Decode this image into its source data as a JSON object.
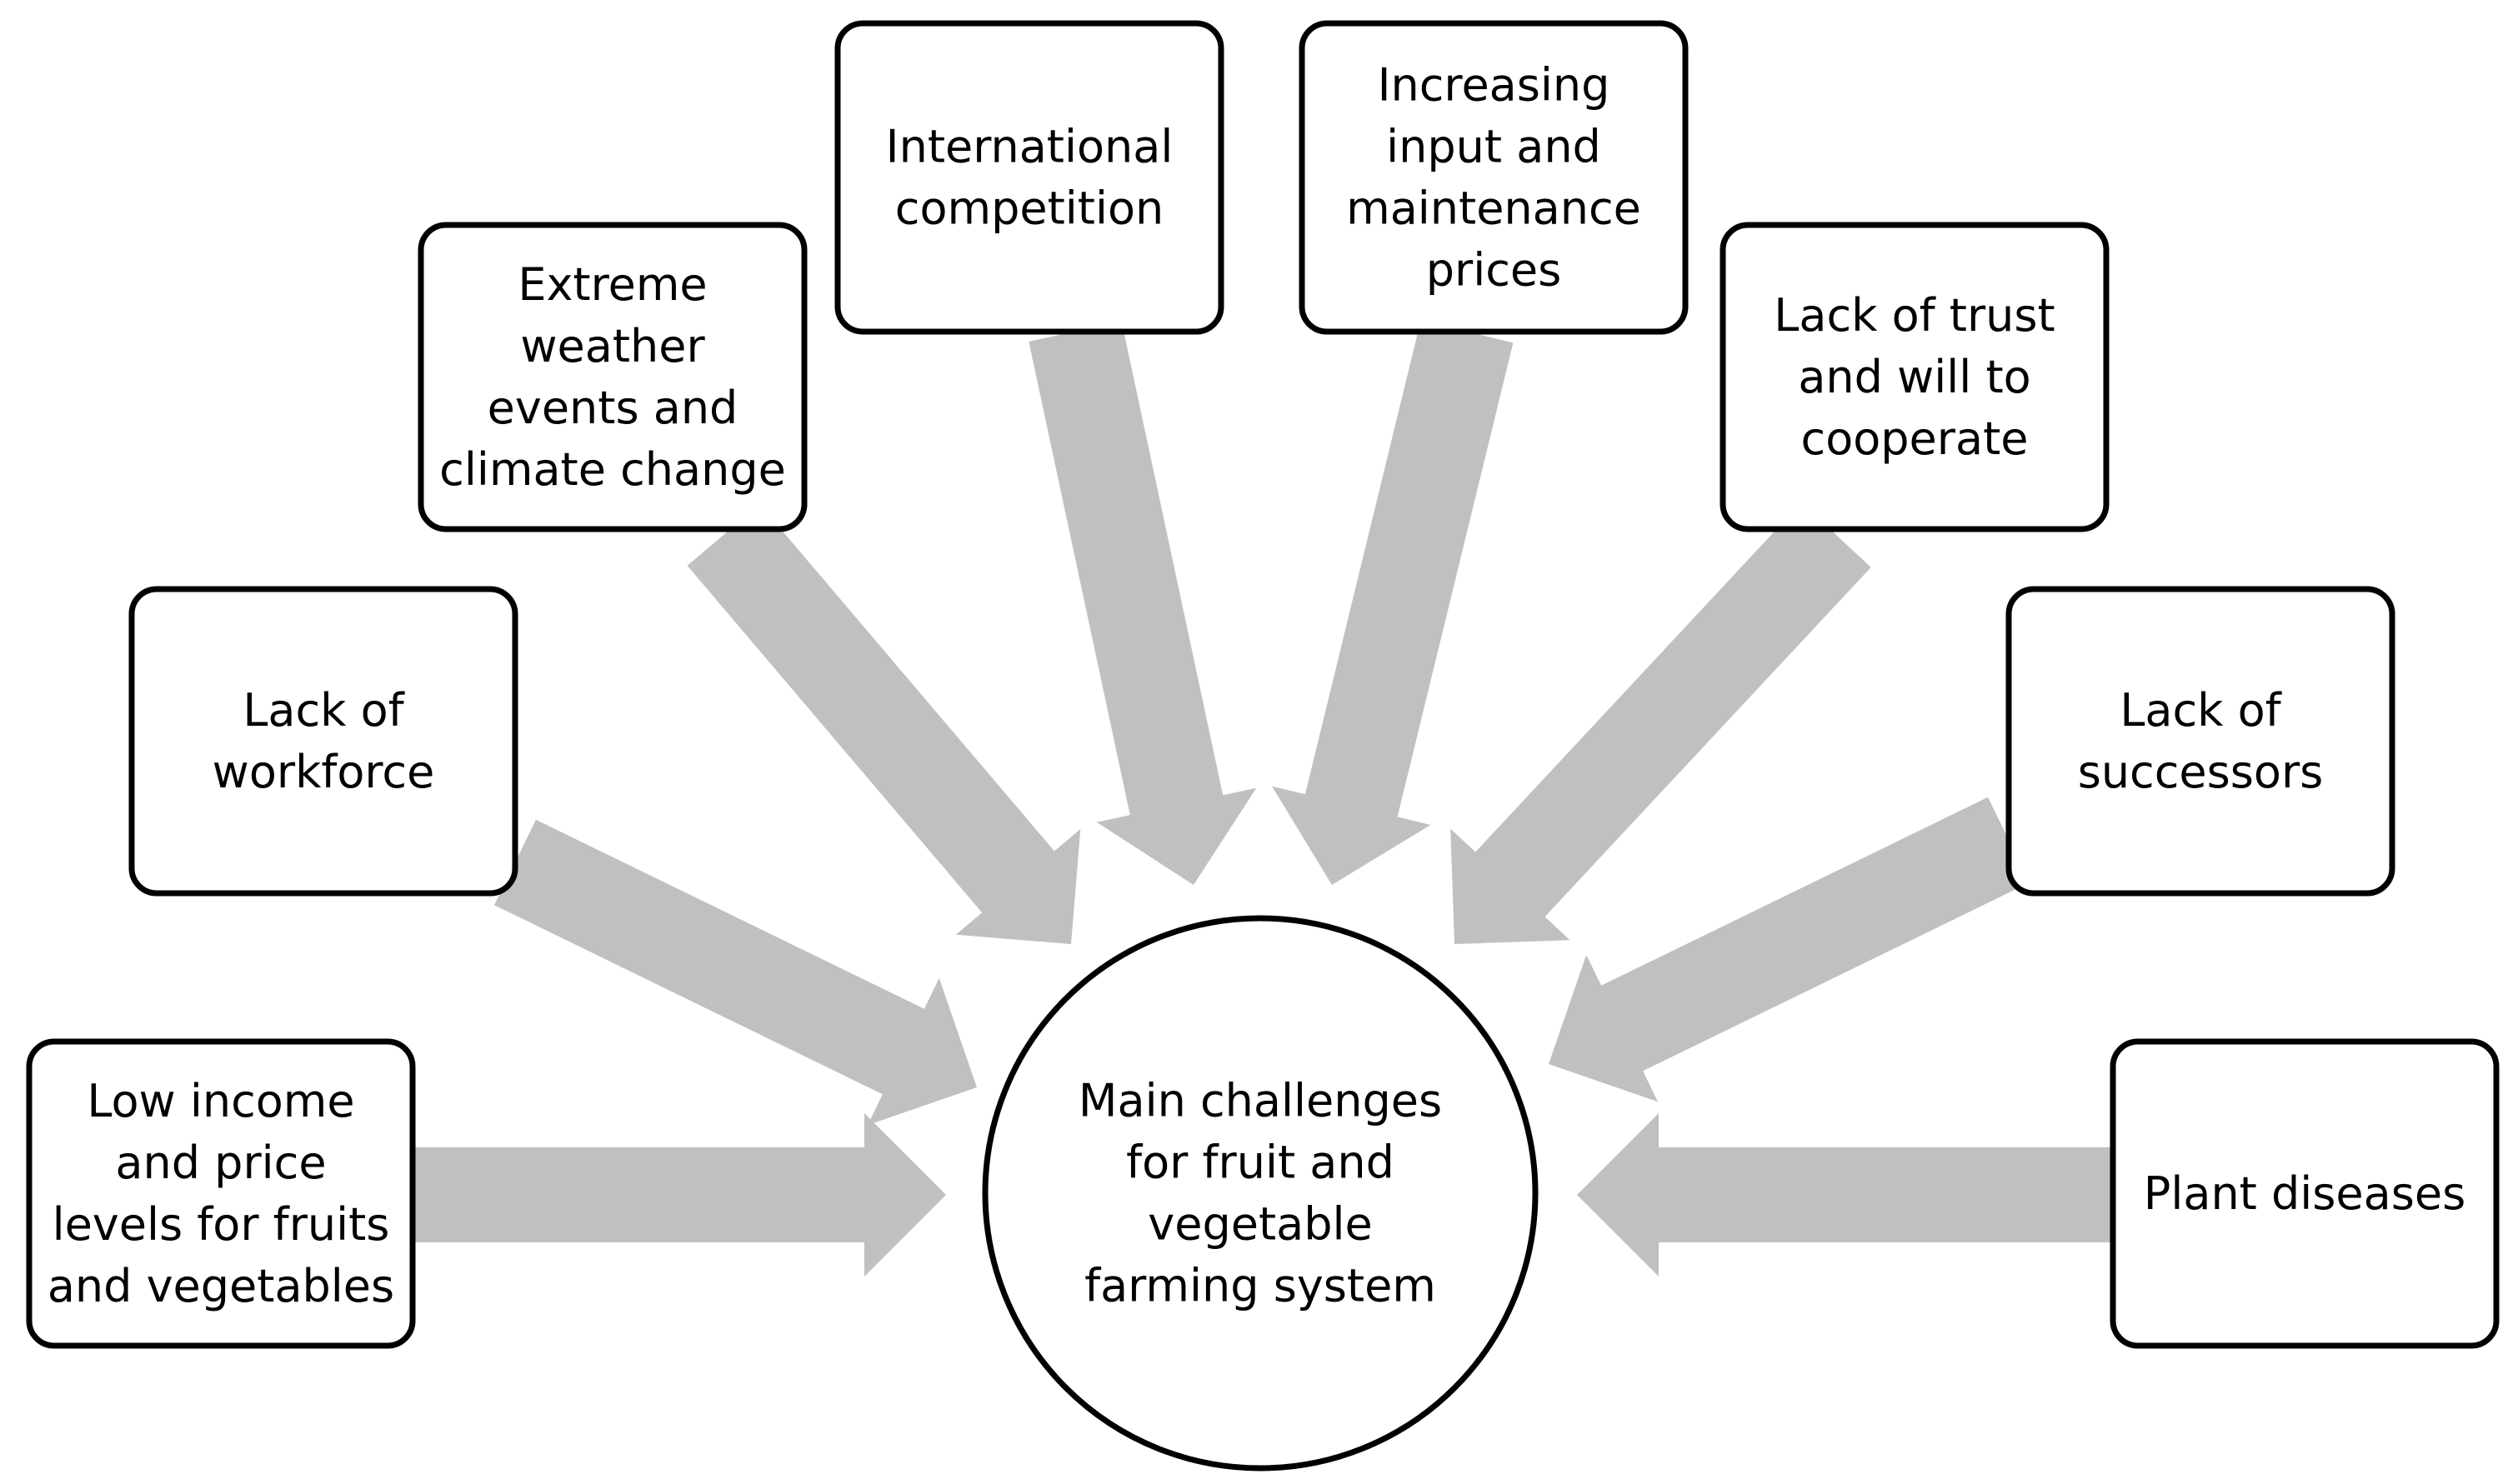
{
  "colors": {
    "arrow_fill": "#c0c0c0",
    "box_stroke": "#000000",
    "background": "#ffffff"
  },
  "center": {
    "lines": [
      "Main challenges",
      "for fruit and",
      "vegetable",
      "farming system"
    ]
  },
  "challenges": [
    {
      "id": "low-income",
      "lines": [
        "Low income",
        "and price",
        "levels for fruits",
        "and vegetables"
      ]
    },
    {
      "id": "lack-of-workforce",
      "lines": [
        "Lack of",
        "workforce"
      ]
    },
    {
      "id": "extreme-weather",
      "lines": [
        "Extreme",
        "weather",
        "events and",
        "climate change"
      ]
    },
    {
      "id": "international-competition",
      "lines": [
        "International",
        "competition"
      ]
    },
    {
      "id": "increasing-prices",
      "lines": [
        "Increasing",
        "input and",
        "maintenance",
        "prices"
      ]
    },
    {
      "id": "lack-of-trust",
      "lines": [
        "Lack of trust",
        "and will to",
        "cooperate"
      ]
    },
    {
      "id": "lack-of-successors",
      "lines": [
        "Lack of",
        "successors"
      ]
    },
    {
      "id": "plant-diseases",
      "lines": [
        "Plant diseases"
      ]
    }
  ]
}
